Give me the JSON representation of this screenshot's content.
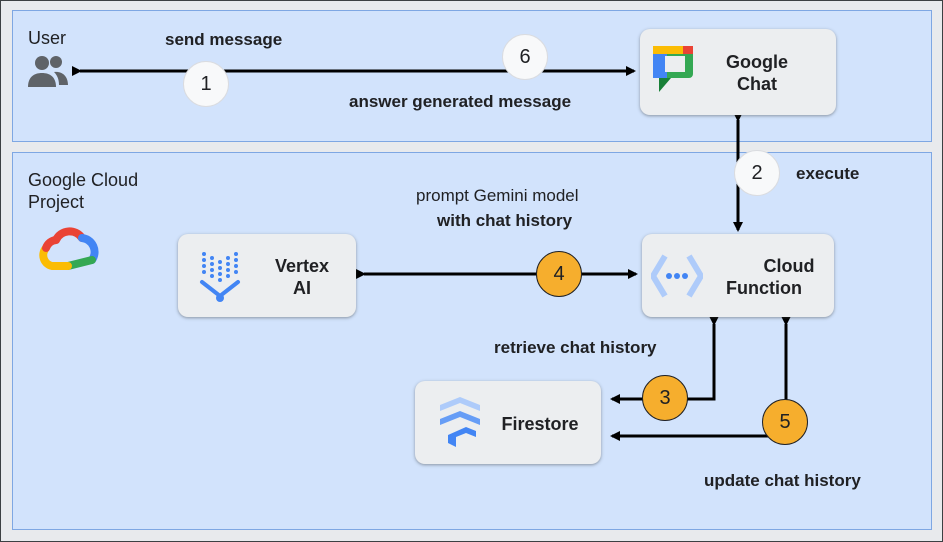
{
  "zones": {
    "user": {
      "label": "User"
    },
    "gcp": {
      "label_line1": "Google Cloud",
      "label_line2": "Project"
    }
  },
  "cards": {
    "chat": {
      "line1": "Google",
      "line2": "Chat",
      "icon": "google-chat-icon"
    },
    "vertex": {
      "line1": "Vertex",
      "line2": "AI",
      "icon": "vertex-ai-icon"
    },
    "function": {
      "line1": "Cloud",
      "line2": "Function",
      "icon": "cloud-functions-icon"
    },
    "firestore": {
      "line1": "Firestore",
      "icon": "firestore-icon"
    }
  },
  "steps": [
    "1",
    "2",
    "3",
    "4",
    "5",
    "6"
  ],
  "notes": {
    "send": "send message",
    "answer": "answer generated message",
    "execute": "execute",
    "prompt_line1": "prompt Gemini model",
    "prompt_line2": "with chat history",
    "retrieve": "retrieve chat history",
    "update": "update chat history"
  },
  "colors": {
    "zone_fill": "#d2e3fc",
    "step_orange": "#f6ae2d",
    "google_blue": "#4285f4",
    "google_red": "#ea4335",
    "google_yellow": "#fbbc04",
    "google_green": "#34a853"
  }
}
